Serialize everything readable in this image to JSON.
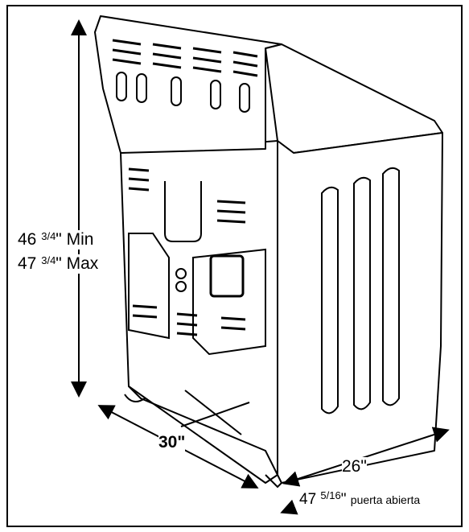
{
  "dimensions": {
    "height_min": {
      "whole": "46",
      "num": "3",
      "den": "4",
      "suffix": "\" Min"
    },
    "height_max": {
      "whole": "47",
      "num": "3",
      "den": "4",
      "suffix": "\" Max"
    },
    "width": "30\"",
    "depth": "26\"",
    "depth_door_open": {
      "whole": "47",
      "num": "5",
      "den": "16",
      "unit": "\"",
      "note": "puerta abierta"
    }
  }
}
